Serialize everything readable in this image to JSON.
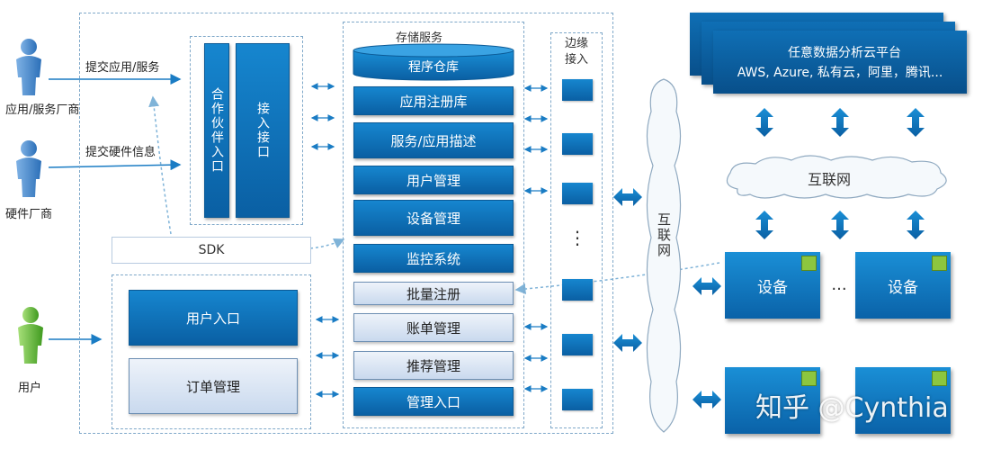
{
  "actors": {
    "app_vendor": "应用/服务厂商",
    "hw_vendor": "硬件厂商",
    "user": "用户"
  },
  "flows": {
    "submit_app": "提交应用/服务",
    "submit_hw": "提交硬件信息"
  },
  "portal": {
    "partner_entry": "合作伙伴入口",
    "access_interface": "接入接口",
    "sdk": "SDK",
    "user_entry": "用户入口",
    "order_mgmt": "订单管理"
  },
  "storage": {
    "title": "存储服务",
    "repo": "程序仓库",
    "items": [
      "应用注册库",
      "服务/应用描述",
      "用户管理",
      "设备管理",
      "监控系统",
      "批量注册",
      "账单管理",
      "推荐管理",
      "管理入口"
    ]
  },
  "edge": {
    "title": "边缘接入",
    "dots": "⋮"
  },
  "internet_vertical": "互联网",
  "cloud_platform": {
    "line1": "任意数据分析云平台",
    "line2": "AWS, Azure, 私有云，阿里，腾讯..."
  },
  "internet_cloud": "互联网",
  "devices": {
    "label": "设备",
    "ellipsis": "..."
  },
  "watermark": "知乎 @Cynthia",
  "colors": {
    "primary_blue": "#0a6fb8",
    "light_box": "#d9e5f3",
    "green_accent": "#8cc63f",
    "user_green": "#5fb832"
  }
}
